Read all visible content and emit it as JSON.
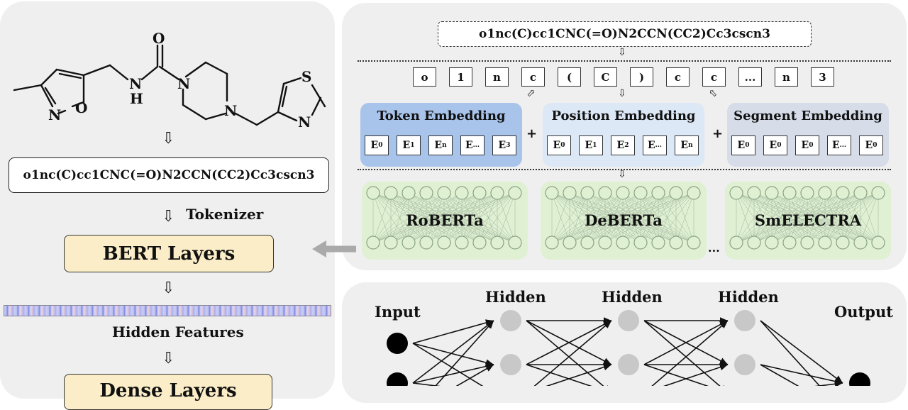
{
  "left": {
    "smiles": "o1nc(C)cc1CNC(=O)N2CCN(CC2)Cc3cscn3",
    "tokenizer_label": "Tokenizer",
    "bert_layers_label": "BERT Layers",
    "hidden_features_label": "Hidden Features",
    "dense_layers_label": "Dense Layers",
    "molecule_atoms": [
      "O",
      "N",
      "H",
      "N",
      "N",
      "N",
      "O",
      "S",
      "N"
    ]
  },
  "top_right": {
    "smiles": "o1nc(C)cc1CNC(=O)N2CCN(CC2)Cc3cscn3",
    "tokens": [
      "o",
      "1",
      "n",
      "c",
      "(",
      "C",
      ")",
      "c",
      "c",
      "...",
      "n",
      "3"
    ],
    "embeddings": [
      {
        "title": "Token Embedding",
        "color": "#a8c4ea",
        "cells": [
          [
            "E",
            "0"
          ],
          [
            "E",
            "1"
          ],
          [
            "E",
            "n"
          ],
          [
            "E",
            "..."
          ],
          [
            "E",
            "3"
          ]
        ]
      },
      {
        "title": "Position Embedding",
        "color": "#dde8f6",
        "cells": [
          [
            "E",
            "0"
          ],
          [
            "E",
            "1"
          ],
          [
            "E",
            "2"
          ],
          [
            "E",
            "..."
          ],
          [
            "E",
            "n"
          ]
        ]
      },
      {
        "title": "Segment Embedding",
        "color": "#d6dce8",
        "cells": [
          [
            "E",
            "0"
          ],
          [
            "E",
            "0"
          ],
          [
            "E",
            "0"
          ],
          [
            "E",
            "..."
          ],
          [
            "E",
            "0"
          ]
        ]
      }
    ],
    "plus": "+",
    "models": [
      "RoBERTa",
      "DeBERTa",
      "SmELECTRA"
    ],
    "ellipsis": "..."
  },
  "bottom_right": {
    "input_label": "Input",
    "hidden_labels": [
      "Hidden",
      "Hidden",
      "Hidden"
    ],
    "output_label": "Output"
  }
}
